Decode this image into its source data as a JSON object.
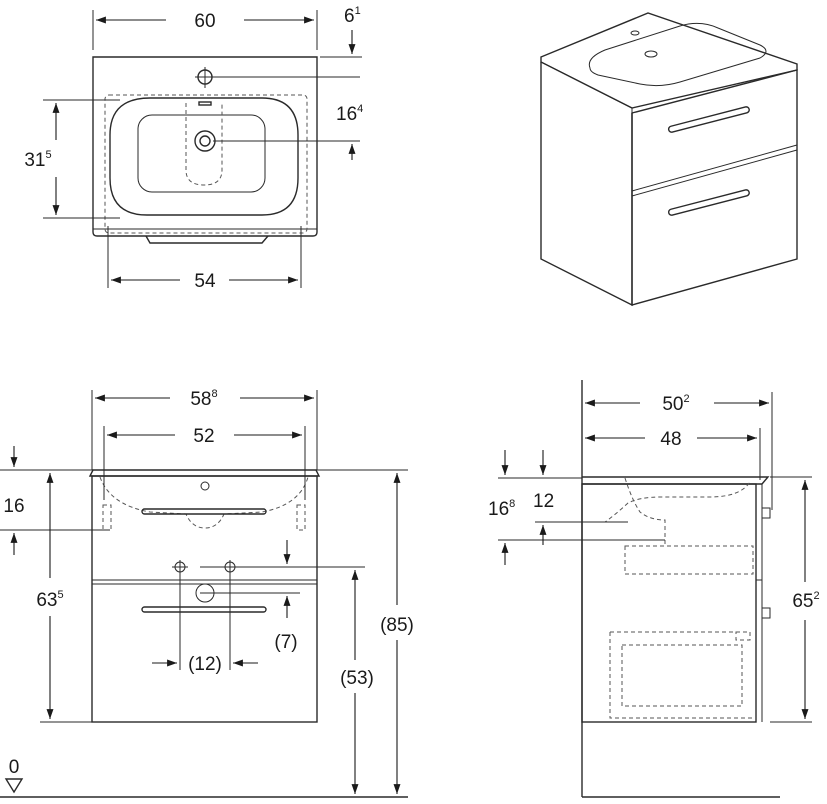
{
  "top_view": {
    "width_overall": {
      "main": "60"
    },
    "tap_offset": {
      "main": "6",
      "sup": "1"
    },
    "depth_to_drain": {
      "main": "16",
      "sup": "4"
    },
    "basin_depth": {
      "main": "31",
      "sup": "5"
    },
    "basin_width": {
      "main": "54"
    }
  },
  "front_view": {
    "width_outer": {
      "main": "58",
      "sup": "8"
    },
    "width_inner": {
      "main": "52"
    },
    "top_offset": {
      "main": "16"
    },
    "cabinet_height": {
      "main": "63",
      "sup": "5"
    },
    "total_height": {
      "main": "(85)"
    },
    "drawer_height": {
      "main": "(53)"
    },
    "connection_offset": {
      "main": "(7)"
    },
    "connection_spacing": {
      "main": "(12)"
    },
    "floor_level": {
      "main": "0"
    }
  },
  "side_view": {
    "depth_outer": {
      "main": "50",
      "sup": "2"
    },
    "depth_inner": {
      "main": "48"
    },
    "siphon_depth": {
      "main": "16",
      "sup": "8"
    },
    "siphon_offset": {
      "main": "12"
    },
    "cabinet_height": {
      "main": "65",
      "sup": "2"
    }
  },
  "colors": {
    "line": "#2a2a2a",
    "background": "#ffffff"
  }
}
